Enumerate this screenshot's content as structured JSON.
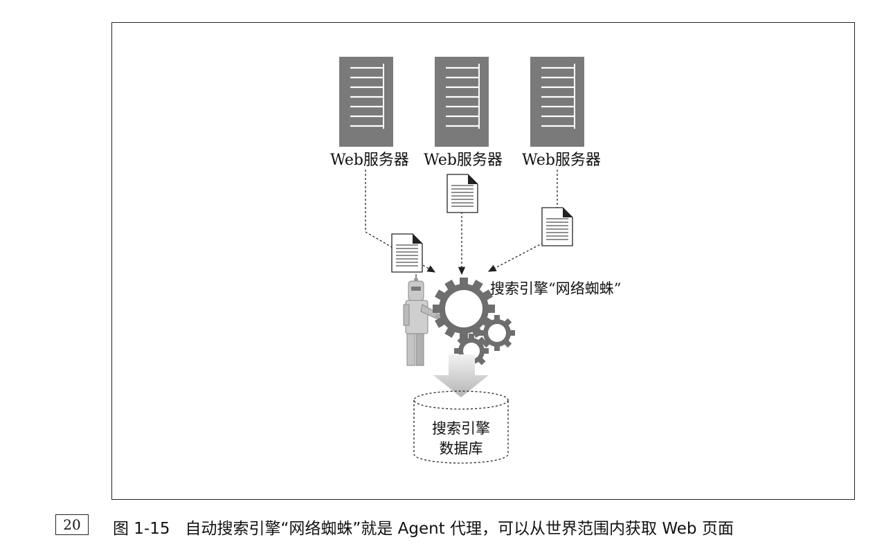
{
  "diagram": {
    "servers": [
      {
        "label": "Web服务器",
        "icon": "server-icon"
      },
      {
        "label": "Web服务器",
        "icon": "server-icon"
      },
      {
        "label": "Web服务器",
        "icon": "server-icon"
      }
    ],
    "spider_label": "搜索引擎“网络蜘蛛”",
    "database": {
      "line1": "搜索引擎",
      "line2": "数据库",
      "icon": "database-icon"
    },
    "documents": [
      "document-icon",
      "document-icon",
      "document-icon"
    ],
    "robot": "robot-icon",
    "gears": "gears-icon",
    "colors": {
      "server": "#7a7a7a",
      "gear": "#6e6e6e",
      "line": "#222222"
    }
  },
  "page": {
    "number": "20",
    "caption_number": "图 1-15",
    "caption_text": "自动搜索引擎“网络蜘蛛”就是 Agent 代理，可以从世界范围内获取 Web 页面"
  }
}
